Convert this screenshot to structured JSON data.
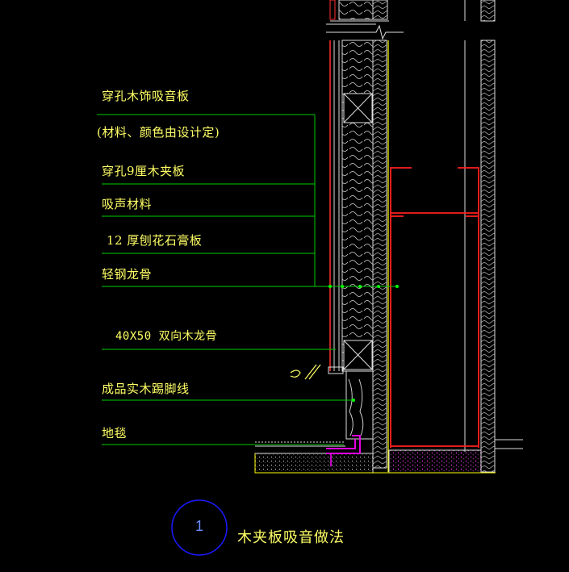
{
  "labels": [
    "穿孔木饰吸音板",
    "(材料、颜色由设计定)",
    "穿孔9厘木夹板",
    "吸声材料",
    "12 厚刨花石膏板",
    "轻钢龙骨",
    "40X50 双向木龙骨",
    "成品实木踢脚线",
    "地毯"
  ],
  "detail": {
    "number": "1",
    "title": "木夹板吸音做法"
  },
  "colors": {
    "background": "#000000",
    "leader_line": "#00cc00",
    "text": "#ffff66",
    "stud_red": "#ff2020",
    "yellow_line": "#ffff00",
    "hatch_white": "#e0e0e0",
    "carpet_magenta": "#ff00ff",
    "circle_blue": "#1a1aff"
  }
}
